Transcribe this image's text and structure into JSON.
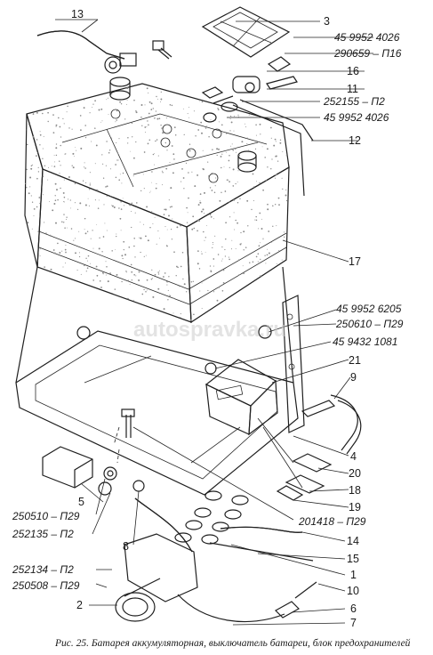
{
  "figure": {
    "caption": "Рис. 25. Батарея аккумуляторная, выключатель батареи, блок предохранителей",
    "watermark": "autospravka.ru"
  },
  "callouts": {
    "c13": "13",
    "c3": "3",
    "c4599524026_top": "45 9952 4026",
    "c290659": "290659 – П16",
    "c16": "16",
    "c11": "11",
    "c252155": "252155 – П2",
    "c4599524026_mid": "45 9952 4026",
    "c12": "12",
    "c17": "17",
    "c4599526205": "45 9952 6205",
    "c250610": "250610 – П29",
    "c4594321081": "45 9432 1081",
    "c21": "21",
    "c9": "9",
    "c4": "4",
    "c20": "20",
    "c18": "18",
    "c19": "19",
    "c201418": "201418 – П29",
    "c5": "5",
    "c250510": "250510 – П29",
    "c252135": "252135 – П2",
    "c8": "8",
    "c14": "14",
    "c15": "15",
    "c1": "1",
    "c252134": "252134 – П2",
    "c250508": "250508 – П29",
    "c10": "10",
    "c2": "2",
    "c6": "6",
    "c7": "7"
  },
  "colors": {
    "ink": "#1f1f1f",
    "paper": "#ffffff",
    "texture": "#8a8a8a"
  }
}
